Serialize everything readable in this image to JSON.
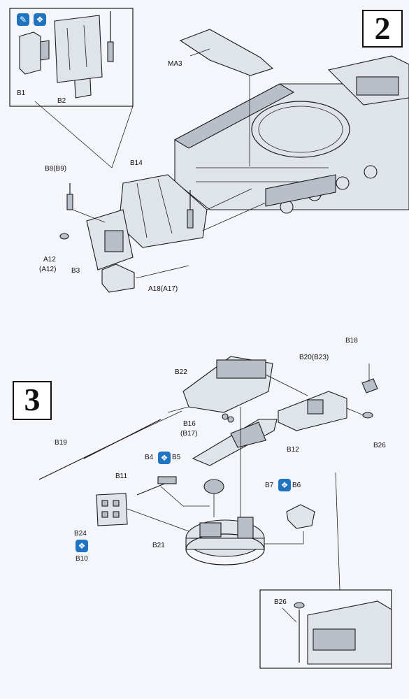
{
  "steps": {
    "step2": "2",
    "step3": "3"
  },
  "labels": {
    "ma3": "MA3",
    "b1": "B1",
    "b2": "B2",
    "b8": "B8(B9)",
    "b14": "B14",
    "a12": "A12",
    "a12b": "(A12)",
    "b3": "B3",
    "a18": "A18(A17)",
    "b18": "B18",
    "b22": "B22",
    "b20": "B20(B23)",
    "b16": "B16",
    "b17": "(B17)",
    "b12": "B12",
    "b26": "B26",
    "b19": "B19",
    "b4": "B4",
    "b5": "B5",
    "b11": "B11",
    "b7": "B7",
    "b6": "B6",
    "b24": "B24",
    "b10": "B10",
    "b21": "B21",
    "b26_detail": "B26"
  },
  "icons": {
    "cement": "cement-icon",
    "paint": "paint-icon",
    "color": "#1f74c2"
  }
}
